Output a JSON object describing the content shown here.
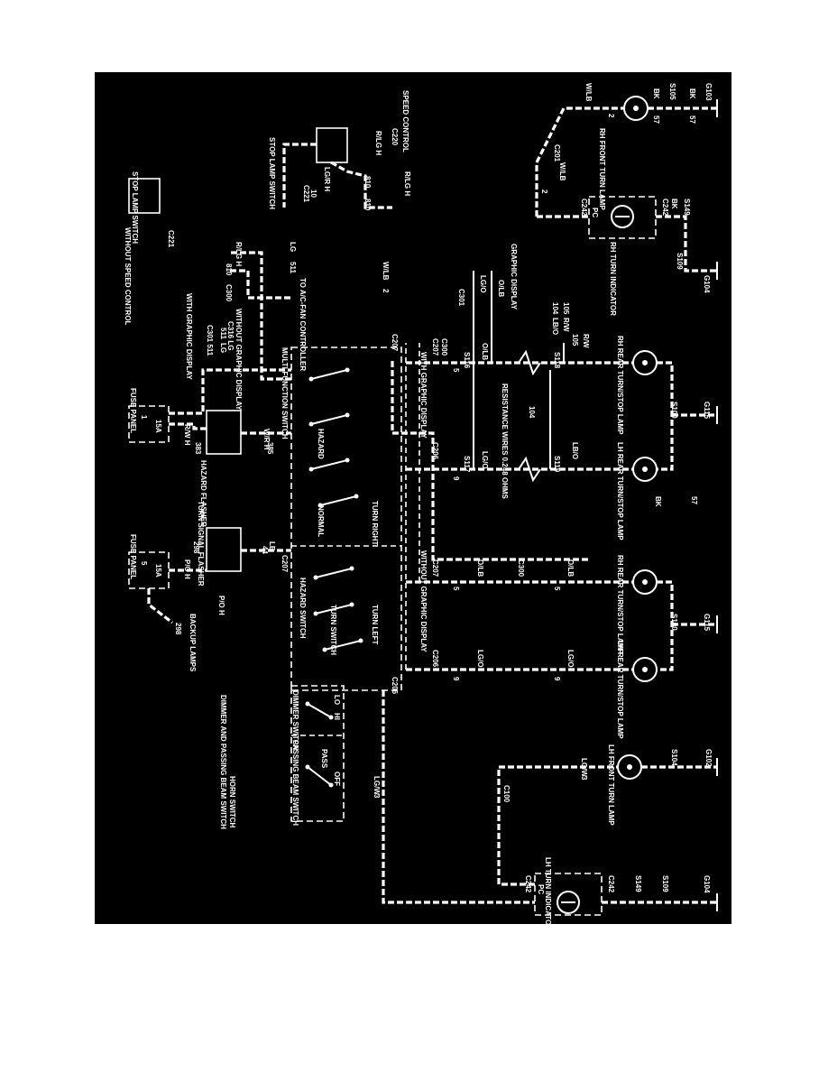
{
  "labels": {
    "stop_lamp_switch_a": "STOP LAMP SWITCH",
    "stop_lamp_switch_b": "STOP LAMP SWITCH",
    "speed_control": "SPEED CONTROL",
    "c220": "C220",
    "without_speed_control": "WITHOUT SPEED CONTROL",
    "c221_top": "C221",
    "c221_mid": "C221",
    "wire_lg_rh": "LG/R H",
    "wire_810_a": "810",
    "wire_810_b": "810",
    "wire_rlgh_a": "R/LG H",
    "wire_rlgh_b": "R/LG H",
    "wire_rlgh_c": "R/LG H",
    "wire_810_c": "810",
    "wire_10_a": "10",
    "c300_top": "C300",
    "with_graphic_display_top": "WITH GRAPHIC DISPLAY",
    "c301_511": "C301 511",
    "c316_lg": "C316 LG",
    "wire_lg_a": "LG",
    "wire_511_a": "511",
    "wire_511_b": "511",
    "wire_lg_b": "LG",
    "without_graphic_display_top": "WITHOUT GRAPHIC DISPLAY",
    "to_ac_fan": "TO A/C-FAN CONTROLLER",
    "wire_2_wlb": "2",
    "wire_wlb_a": "W/LB",
    "wire_wlb_b": "W/LB",
    "wire_wlb_c": "W/LB",
    "wire_2_b": "2",
    "wire_2_c": "2",
    "c201": "C201",
    "c242_rh_a": "C242",
    "c242_rh_b": "C242",
    "pc_rh": "PC",
    "bk_rh_a": "BK",
    "s149_rh": "S149",
    "rh_turn_indicator": "RH TURN INDICATOR",
    "s109_rh": "S109",
    "g104_rh": "G104",
    "rh_front_turn_lamp": "RH FRONT TURN LAMP",
    "s105": "S105",
    "g103": "G103",
    "bk_rf_a": "BK",
    "bk_rf_b": "BK",
    "w57_rf_a": "57",
    "w57_rf_b": "57",
    "graphic_display": "GRAPHIC DISPLAY",
    "c301_right": "C301",
    "wire_lgo_r": "LG/O",
    "wire_olb_r": "O/LB",
    "wire_104_r": "104",
    "wire_lbo_r": "LB/O",
    "wire_105_r": "105",
    "wire_rw_r": "R/W",
    "fuse_panel_top": "FUSE PANEL",
    "fuse_15a_top": "15A",
    "wire_rw_h": "R/W H",
    "wire_383": "383",
    "hazard_flasher": "HAZARD FLASHER",
    "wire_wr_h": "W/R H",
    "wire_385": "385",
    "multifunction_switch": "MULTI-FUNCTION SWITCH",
    "hazard": "HAZARD",
    "normal": "NORMAL",
    "turn_right": "TURN RIGHT",
    "turn_left": "TURN LEFT",
    "hazard_switch": "HAZARD SWITCH",
    "turn_switch": "TURN SWITCH",
    "c207_top": "C207",
    "with_graphic_display_mid": "WITH GRAPHIC DISPLAY",
    "without_graphic_display_mid": "WITHOUT GRAPHIC DISPLAY",
    "fuse_panel_left": "FUSE PANEL",
    "fuse_15a_left": "15A",
    "turn_signal_flasher": "TURN SIGNAL FLASHER",
    "wire_po_h": "P/O H",
    "wire_298_a": "298",
    "wire_298_b": "298",
    "wire_poh_b": "P/O H",
    "backup_lamps": "BACKUP LAMPS",
    "wire_lb": "LB",
    "wire_44": "44",
    "c207_mid": "C207",
    "c206_left": "C206",
    "dimmer_switch": "DIMMER SWITCH",
    "dimmer_passing": "DIMMER AND PASSING BEAM SWITCH",
    "passing_beam_switch": "PASSING BEAM SWITCH",
    "pass": "PASS",
    "hi": "HI",
    "lo": "LO",
    "off": "OFF",
    "horn_switch": "HORN SWITCH",
    "wire_lgw_a": "LG/W",
    "wire_3_a": "3",
    "wire_lgw_b": "LG/W",
    "wire_3_b": "3",
    "c100": "C100",
    "lh_front_turn_lamp": "LH FRONT TURN LAMP",
    "s104": "S104",
    "g102": "G102",
    "lh_turn_indicator": "LH TURN INDICATOR",
    "c242_lh_a": "C242",
    "c242_lh_b": "C242",
    "pc_lh": "PC",
    "s149_lh": "S149",
    "s109_lh": "S109",
    "g104_lh": "G104",
    "c206_a": "C206",
    "c207_b": "C207",
    "c300_b": "C300",
    "wire_lgo_a": "LG/O",
    "wire_lgo_b": "LG/O",
    "wire_olb_a": "O/LB",
    "wire_olb_b": "O/LB",
    "wire_9_a": "9",
    "wire_9_b": "9",
    "wire_5_a": "5",
    "wire_5_b": "5",
    "lh_rear_lamp_a": "LH REAR TURN/STOP LAMP",
    "rh_rear_lamp_a": "RH REAR TURN/STOP LAMP",
    "s100_a": "S100",
    "g115_a": "G115",
    "c206_b": "C206",
    "c207_c": "C207",
    "c300_c": "C300",
    "wire_lgo_c": "LG/O",
    "wire_olb_c": "O/LB",
    "wire_9_c": "9",
    "wire_5_c": "5",
    "s117": "S117",
    "s116": "S116",
    "s118": "S118",
    "s119": "S119",
    "resistance_wires": "RESISTANCE WIRES 0.248 OHMS",
    "wire_104_b": "104",
    "wire_lbo_b": "LB/O",
    "wire_105_b": "105",
    "wire_rw_b": "R/W",
    "lh_rear_lamp_b": "LH REAR TURN/STOP LAMP",
    "rh_rear_lamp_b": "RH REAR TURN/STOP LAMP",
    "s100_b": "S100",
    "g115_b": "G115",
    "bk": "BK",
    "w57": "57",
    "fuse_5": "5",
    "fuse_1": "1"
  }
}
